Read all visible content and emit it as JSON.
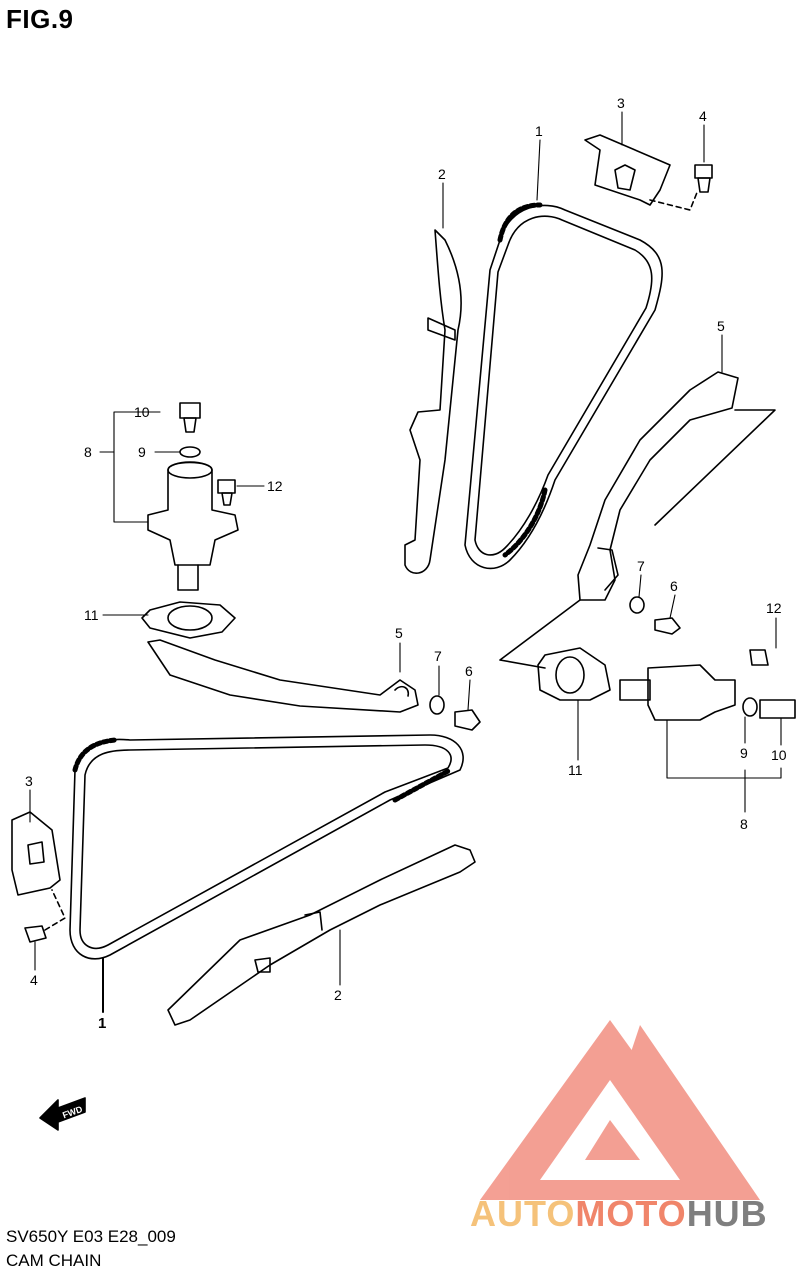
{
  "figure": {
    "title": "FIG.9"
  },
  "footer": {
    "code": "SV650Y E03 E28_009",
    "name": "CAM CHAIN"
  },
  "fwd_label": "FWD",
  "callouts": {
    "upper_chain": "1",
    "upper_guide": "2",
    "upper_bracket": "3",
    "upper_bolt": "4",
    "right_guide": "5",
    "right_washer": "7",
    "right_bolt": "6",
    "right_bolt_small": "12",
    "right_gasket": "11",
    "right_washer_9": "9",
    "right_bolt_10": "10",
    "right_assembly": "8",
    "left_bolt_10": "10",
    "left_washer_9": "9",
    "left_assembly": "8",
    "left_bolt_12": "12",
    "left_gasket": "11",
    "lower_guide_5": "5",
    "lower_washer": "7",
    "lower_bolt": "6",
    "lower_bracket": "3",
    "lower_bolt_4": "4",
    "lower_chain": "1",
    "lower_guide_2": "2"
  },
  "watermark": {
    "part1": "AUTO",
    "part2": "MOTO",
    "part3": "HUB"
  },
  "colors": {
    "ink": "#000000",
    "watermark_red": "#f08070",
    "watermark_orange": "#f5c27a",
    "watermark_gray": "#7f7f7f"
  }
}
